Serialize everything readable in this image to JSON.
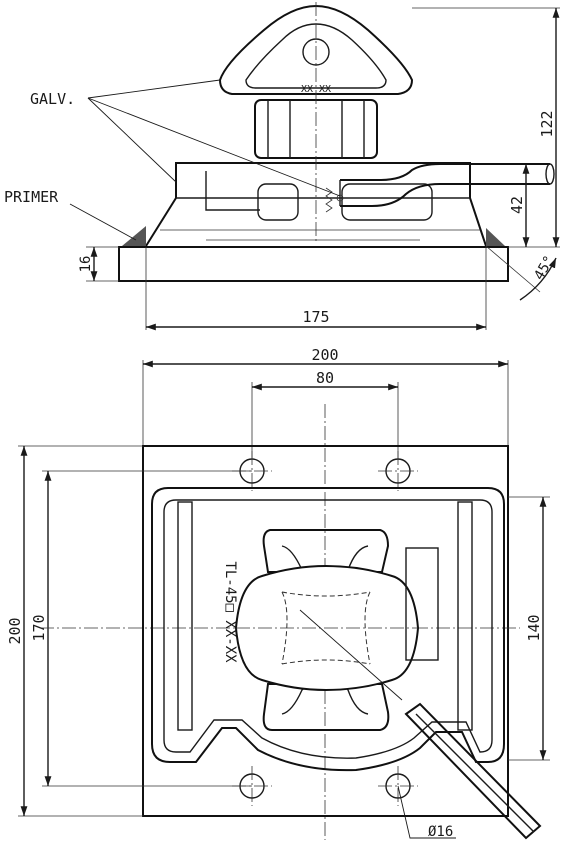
{
  "side_view": {
    "dim_height_total": "122",
    "dim_height_handle": "42",
    "dim_plate_thickness": "16",
    "dim_width": "175",
    "angle_label": "45°",
    "label_galv": "GALV.",
    "label_primer": "PRIMER",
    "ring_marking": "XX XX"
  },
  "top_view": {
    "dim_plate_width": "200",
    "dim_hole_spacing_x": "80",
    "dim_plate_height": "200",
    "dim_hole_spacing_y": "170",
    "dim_inner_height": "140",
    "dim_hole_dia": "Ø16",
    "part_marking": "TL-45□ XX-XX"
  },
  "colors": {
    "line": "#1a1a1a",
    "background": "#ffffff"
  }
}
